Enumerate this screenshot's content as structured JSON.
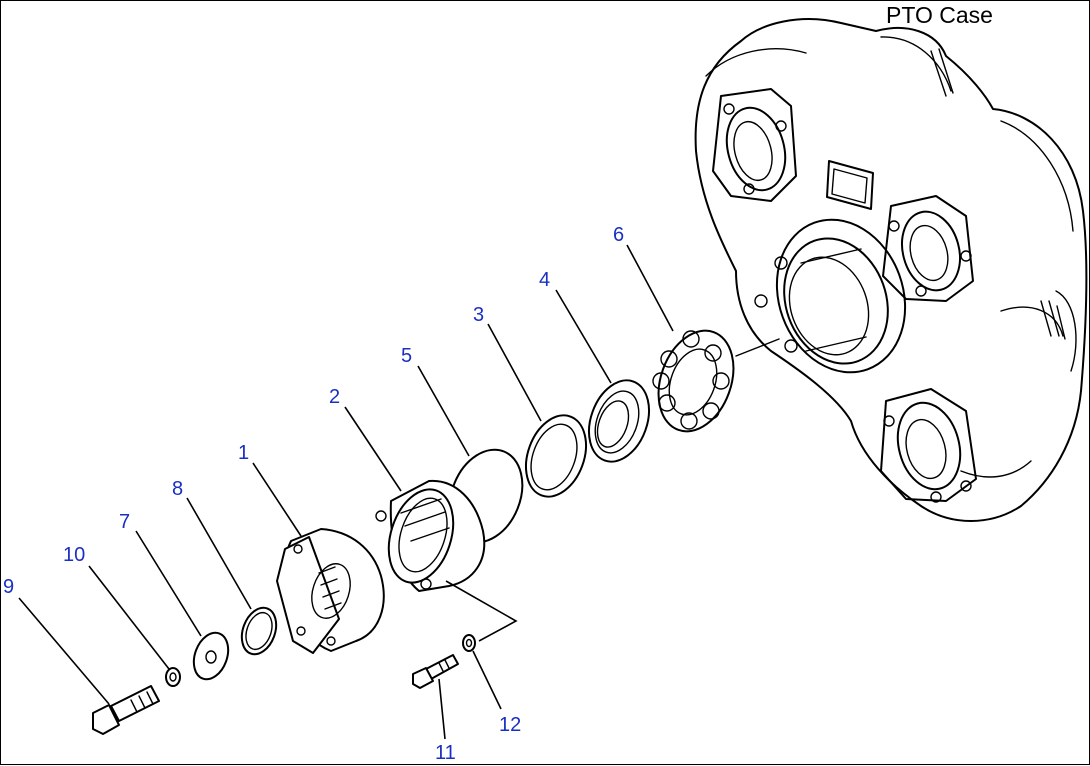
{
  "title": "PTO Case",
  "callout_color": "#1a2fc4",
  "callouts": [
    "1",
    "2",
    "3",
    "4",
    "5",
    "6",
    "7",
    "8",
    "9",
    "10",
    "11",
    "12"
  ]
}
